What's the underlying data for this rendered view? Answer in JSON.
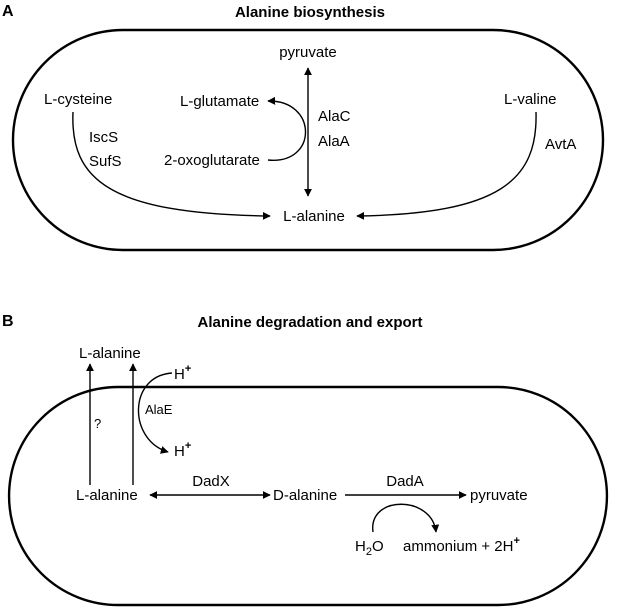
{
  "panel_a": {
    "letter": "A",
    "title": "Alanine biosynthesis",
    "pyruvate": "pyruvate",
    "l_cysteine": "L-cysteine",
    "iscs": "IscS",
    "sufs": "SufS",
    "l_glutamate": "L-glutamate",
    "two_oxoglutarate": "2-oxoglutarate",
    "alac": "AlaC",
    "alaa": "AlaA",
    "l_valine": "L-valine",
    "avta": "AvtA",
    "l_alanine": "L-alanine"
  },
  "panel_b": {
    "letter": "B",
    "title": "Alanine degradation and export",
    "l_alanine_out": "L-alanine",
    "h_plus_out": "H",
    "h_plus_out_sup": "+",
    "alae": "AlaE",
    "question": "?",
    "h_plus_in": "H",
    "h_plus_in_sup": "+",
    "l_alanine_in": "L-alanine",
    "dadx": "DadX",
    "d_alanine": "D-alanine",
    "dada": "DadA",
    "pyruvate": "pyruvate",
    "h2o_h": "H",
    "h2o_sub": "2",
    "h2o_o": "O",
    "ammonium": "ammonium + 2H",
    "ammonium_sup": "+"
  }
}
